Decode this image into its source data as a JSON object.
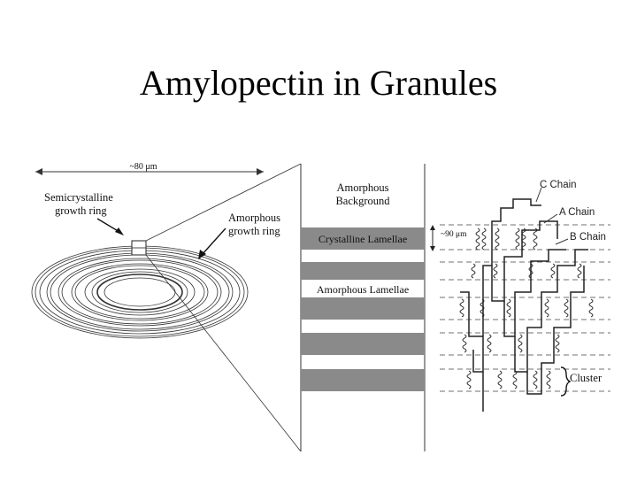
{
  "slide": {
    "title": "Amylopectin in Granules"
  },
  "granule": {
    "size_label": "~80 μm",
    "semicrystalline_label_1": "Semicrystalline",
    "semicrystalline_label_2": "growth ring",
    "amorphous_label_1": "Amorphous",
    "amorphous_label_2": "growth ring"
  },
  "lamellae": {
    "background_label_1": "Amorphous",
    "background_label_2": "Background",
    "crystalline_label": "Crystalline Lamellae",
    "amorphous_label": "Amorphous Lamellae",
    "repeat_label": "~90 μm"
  },
  "chains": {
    "c_chain": "C Chain",
    "a_chain": "A Chain",
    "b_chain": "B Chain",
    "cluster": "Cluster"
  }
}
